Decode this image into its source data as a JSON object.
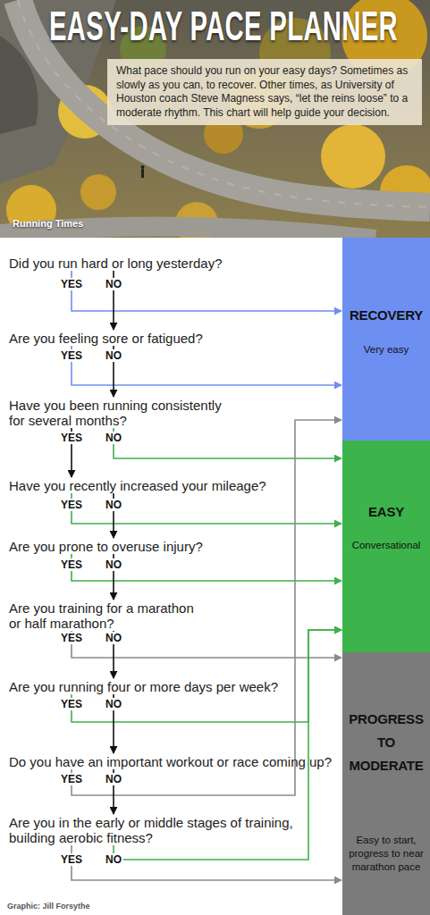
{
  "diagram": {
    "title": "EASY-DAY PACE PLANNER",
    "nodes": [
      {
        "text": [
          "What pace should you run on your easy days? Sometimes as slowly as you can, to recover. Other times, as University of Houston coach Steve Magness says, “let the reins loose” to a moderate rhythm. This chart will help guide your decision."
        ]
      },
      {
        "text": [
          "Did you run hard or long yesterday?"
        ]
      },
      {
        "text": [
          "Are you feeling sore or fatigued?"
        ]
      },
      {
        "text": [
          "Have you been running consistently for several months?"
        ]
      },
      {
        "text": [
          "Have you recently increased your mileage?"
        ]
      },
      {
        "text": [
          "Are you prone to overuse injury?"
        ]
      },
      {
        "text": [
          "Are you training for a marathon or half marathon?"
        ]
      },
      {
        "text": [
          "Are you running four or more days per week?"
        ]
      },
      {
        "text": [
          "Do you have an important workout or race coming up?"
        ]
      },
      {
        "text": [
          "Are you in the early or middle stages of training, building aerobic fitness?"
        ]
      },
      {
        "text": [
          "RECOVERY",
          "Very easy"
        ]
      },
      {
        "text": [
          "EASY",
          "Conversational"
        ]
      },
      {
        "text": [
          "PROGRESS TO MODERATE",
          "Easy to start, progress to near marathon pace"
        ]
      }
    ],
    "edges": [
      {
        "from": 1,
        "to": 10,
        "arrow": "to",
        "label": "YES"
      },
      {
        "from": 1,
        "to": 2,
        "arrow": "to",
        "label": "NO"
      },
      {
        "from": 2,
        "to": 10,
        "arrow": "to",
        "label": "YES"
      },
      {
        "from": 2,
        "to": 3,
        "arrow": "to",
        "label": "NO"
      },
      {
        "from": 3,
        "to": 4,
        "arrow": "to",
        "label": "YES"
      },
      {
        "from": 3,
        "to": 11,
        "arrow": "to",
        "label": "NO"
      },
      {
        "from": 4,
        "to": 11,
        "arrow": "to",
        "label": "YES"
      },
      {
        "from": 4,
        "to": 5,
        "arrow": "to",
        "label": "NO"
      },
      {
        "from": 5,
        "to": 11,
        "arrow": "to",
        "label": "YES"
      },
      {
        "from": 5,
        "to": 6,
        "arrow": "to",
        "label": "NO"
      },
      {
        "from": 6,
        "to": 12,
        "arrow": "to",
        "label": "YES"
      },
      {
        "from": 6,
        "to": 7,
        "arrow": "to",
        "label": "NO"
      },
      {
        "from": 7,
        "to": 11,
        "arrow": "to",
        "label": "YES"
      },
      {
        "from": 7,
        "to": 8,
        "arrow": "to",
        "label": "NO"
      },
      {
        "from": 8,
        "to": 10,
        "arrow": "to",
        "label": "YES"
      },
      {
        "from": 8,
        "to": 9,
        "arrow": "to",
        "label": "NO"
      },
      {
        "from": 9,
        "to": 12,
        "arrow": "to",
        "label": "YES"
      },
      {
        "from": 9,
        "to": 11,
        "arrow": "to",
        "label": "NO"
      }
    ],
    "labels": [
      "Running Times",
      "Graphic: Jill Forsythe"
    ]
  }
}
